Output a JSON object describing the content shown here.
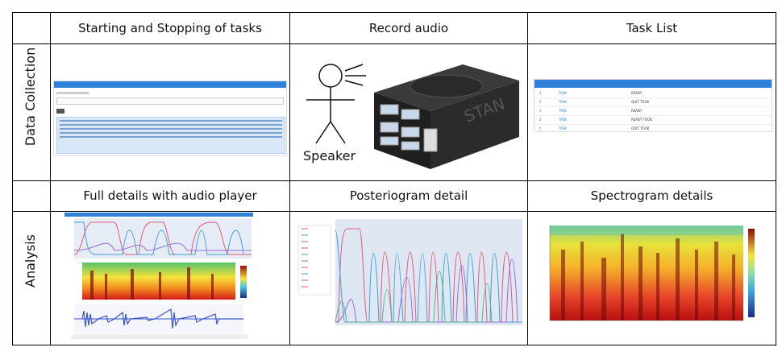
{
  "rows": [
    {
      "label": "Data Collection"
    },
    {
      "label": "Analysis"
    }
  ],
  "columns": {
    "row1": [
      "Starting and Stopping of tasks",
      "Record audio",
      "Task List"
    ],
    "row2": [
      "Full details with audio player",
      "Posteriogram detail",
      "Spectrogram details"
    ]
  },
  "record_audio": {
    "speaker_label": "Speaker",
    "device_brand": "STAN"
  },
  "task_list": {
    "rows": [
      {
        "status": "READY"
      },
      {
        "status": "QUIT TOOK"
      },
      {
        "status": "READY"
      },
      {
        "status": "READY TOOK"
      },
      {
        "status": "QUIT TOOK"
      }
    ]
  },
  "colors": {
    "blue_bar": "#2f80d8",
    "posteriogram_bg": "#dfe7f3",
    "border": "#000000"
  }
}
